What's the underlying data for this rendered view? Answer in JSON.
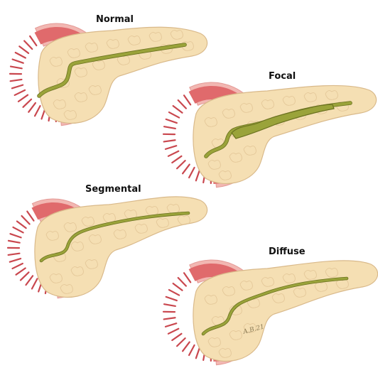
{
  "colors": {
    "duodenum_outer": "#f2b7b2",
    "duodenum_fold": "#e06a6c",
    "duodenum_fold_dark": "#c9474e",
    "pancreas_fill": "#f5dfb3",
    "pancreas_stroke": "#d9b98a",
    "pancreas_lobule": "#e2c596",
    "duct_fill": "#9aa33a",
    "duct_stroke": "#6b7220"
  },
  "panels": [
    {
      "title": "Normal",
      "duct": "normal"
    },
    {
      "title": "Focal",
      "duct": "focal"
    },
    {
      "title": "Segmental",
      "duct": "segmental"
    },
    {
      "title": "Diffuse",
      "duct": "diffuse"
    }
  ],
  "artist_signature": "A.B.21"
}
